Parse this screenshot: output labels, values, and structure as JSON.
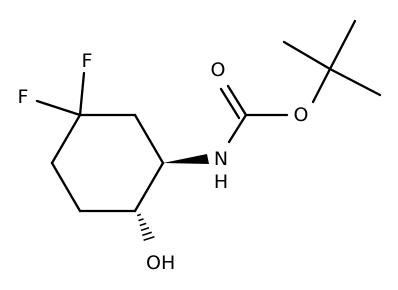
{
  "molecule": {
    "atoms": {
      "fluorine_top": "F",
      "fluorine_left": "F",
      "oxygen_carbonyl": "O",
      "oxygen_ether": "O",
      "nitrogen": "N",
      "hydrogen_amine": "H",
      "hydroxyl": "OH"
    },
    "colors": {
      "bond": "#000000",
      "label": "#000000",
      "background": "#ffffff"
    }
  }
}
